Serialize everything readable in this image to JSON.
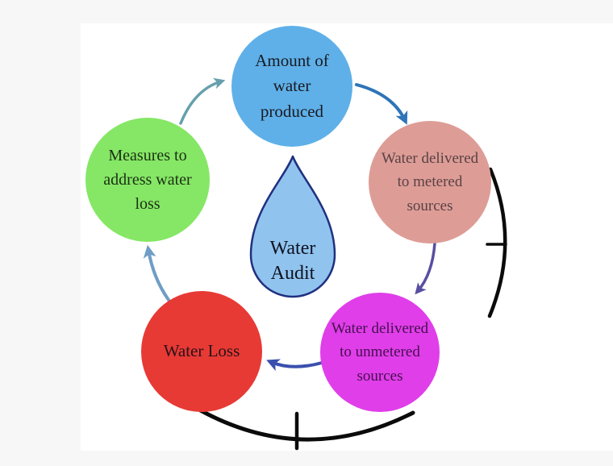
{
  "page": {
    "background": "#f7f7f8",
    "canvas_background": "#ffffff"
  },
  "diagram": {
    "center": {
      "label": "Water\nAudit",
      "shape": "water-drop",
      "fill": "#90c4ef",
      "stroke": "#20307f",
      "text_color": "#0f1220"
    },
    "nodes": [
      {
        "id": "amount-of-water-produced",
        "label": "Amount of\nwater\nproduced",
        "color": "#5fb0e8",
        "text_color": "#1a1a22"
      },
      {
        "id": "water-delivered-metered",
        "label": "Water delivered\nto metered\nsources",
        "color": "#dd9d96",
        "text_color": "#5a4145"
      },
      {
        "id": "water-delivered-unmetered",
        "label": "Water delivered\nto unmetered\nsources",
        "color": "#e03ee9",
        "text_color": "#451050"
      },
      {
        "id": "water-loss",
        "label": "Water Loss",
        "color": "#e73a35",
        "text_color": "#2a1218"
      },
      {
        "id": "measures-address-water-loss",
        "label": "Measures to\naddress water\nloss",
        "color": "#85e765",
        "text_color": "#1c2f15"
      }
    ],
    "arrows": [
      {
        "from": "measures-address-water-loss",
        "to": "amount-of-water-produced",
        "color": "#67a0ad"
      },
      {
        "from": "amount-of-water-produced",
        "to": "water-delivered-metered",
        "color": "#2e74b8"
      },
      {
        "from": "water-delivered-metered",
        "to": "water-delivered-unmetered",
        "color": "#584fa2"
      },
      {
        "from": "water-delivered-unmetered",
        "to": "water-loss",
        "color": "#3a50ae"
      },
      {
        "from": "water-loss",
        "to": "measures-address-water-loss",
        "color": "#6f9dc5"
      }
    ],
    "background_arc": {
      "color": "#0b0b0b",
      "description": "partial clock-like circle with tick marks at right and bottom"
    }
  }
}
